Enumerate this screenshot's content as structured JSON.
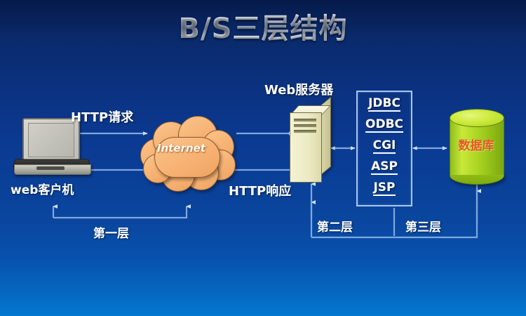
{
  "slide": {
    "title": "B/S三层结构",
    "background_top_color": "#061a4a",
    "background_bottom_color": "#0377cf"
  },
  "nodes": {
    "client": {
      "label": "web客户机",
      "icon": "laptop-icon"
    },
    "internet": {
      "label": "Internet",
      "icon": "cloud-icon",
      "color": "#f7b273"
    },
    "web_server": {
      "label": "Web服务器",
      "icon": "server-tower-icon",
      "color": "#ece9c3"
    },
    "middleware": {
      "items": [
        "JDBC",
        "ODBC",
        "CGI",
        "ASP",
        "JSP"
      ],
      "border_color": "#aac6ef"
    },
    "database": {
      "label": "数据库",
      "icon": "database-cylinder-icon",
      "color": "#a7d221",
      "text_color": "#e8572a"
    }
  },
  "connections": {
    "request_label": "HTTP请求",
    "response_label": "HTTP响应"
  },
  "tiers": [
    {
      "label": "第一层"
    },
    {
      "label": "第二层"
    },
    {
      "label": "第三层"
    }
  ]
}
